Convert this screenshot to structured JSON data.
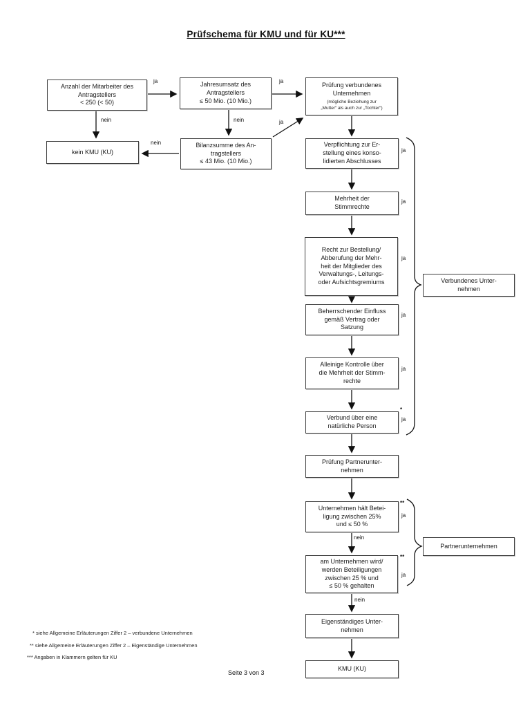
{
  "title": "Prüfschema für KMU und für KU***",
  "edge_labels": {
    "ja": "ja",
    "nein": "nein",
    "footnote_marker_1": "*",
    "footnote_marker_2": "**"
  },
  "boxes": {
    "employees": "Anzahl der Mitarbeiter des\nAntragstellers\n< 250 (< 50)",
    "annual_turnover": "Jahresumsatz des\nAntragstellers\n≤ 50 Mio. (10 Mio.)",
    "linked_check_title": "Prüfung verbundenes\nUnternehmen",
    "linked_check_sub": "(mögliche Beziehung zur\n„Mutter“ als auch zur „Tochter“)",
    "not_kmu": "kein KMU (KU)",
    "balance_sheet": "Bilanzsumme des An-\ntragstellers\n≤ 43 Mio. (10 Mio.)",
    "consolidated_accounts": "Verpflichtung zur Er-\nstellung eines konso-\nlidierten Abschlusses",
    "majority_voting": "Mehrheit der\nStimmrechte",
    "appointment_right": "Recht zur Bestellung/\nAbberufung der Mehr-\nheit der Mitglieder des\nVerwaltungs-, Leitungs-\noder Aufsichtsgremiums",
    "dominant_influence": "Beherrschender Einfluss\ngemäß Vertrag oder\nSatzung",
    "sole_control": "Alleinige Kontrolle über\ndie Mehrheit der Stimm-\nrechte",
    "natural_person": "Verbund über eine\nnatürliche Person",
    "partner_check": "Prüfung Partnerunter-\nnehmen",
    "holds_stake": "Unternehmen hält Betei-\nligung zwischen 25%\nund ≤ 50 %",
    "stake_held": "am Unternehmen wird/\nwerden Beteiligungen\nzwischen 25 % und\n≤ 50 % gehalten",
    "autonomous_enterprise": "Eigenständiges Unter-\nnehmen",
    "kmu_result": "KMU (KU)",
    "linked_enterprise": "Verbundenes Unter-\nnehmen",
    "partner_enterprise": "Partnerunternehmen"
  },
  "footnotes": [
    "* siehe Allgemeine Erläuterungen Ziffer 2 – verbundene Unternehmen",
    "** siehe Allgemeine Erläuterungen Ziffer 2 – Eigenständige Unternehmen",
    "*** Angaben in Klammern gelten für KU"
  ],
  "page_label": "Seite 3 von 3",
  "colors": {
    "line": "#111111",
    "border": "#3d3d3d",
    "background": "#ffffff"
  }
}
